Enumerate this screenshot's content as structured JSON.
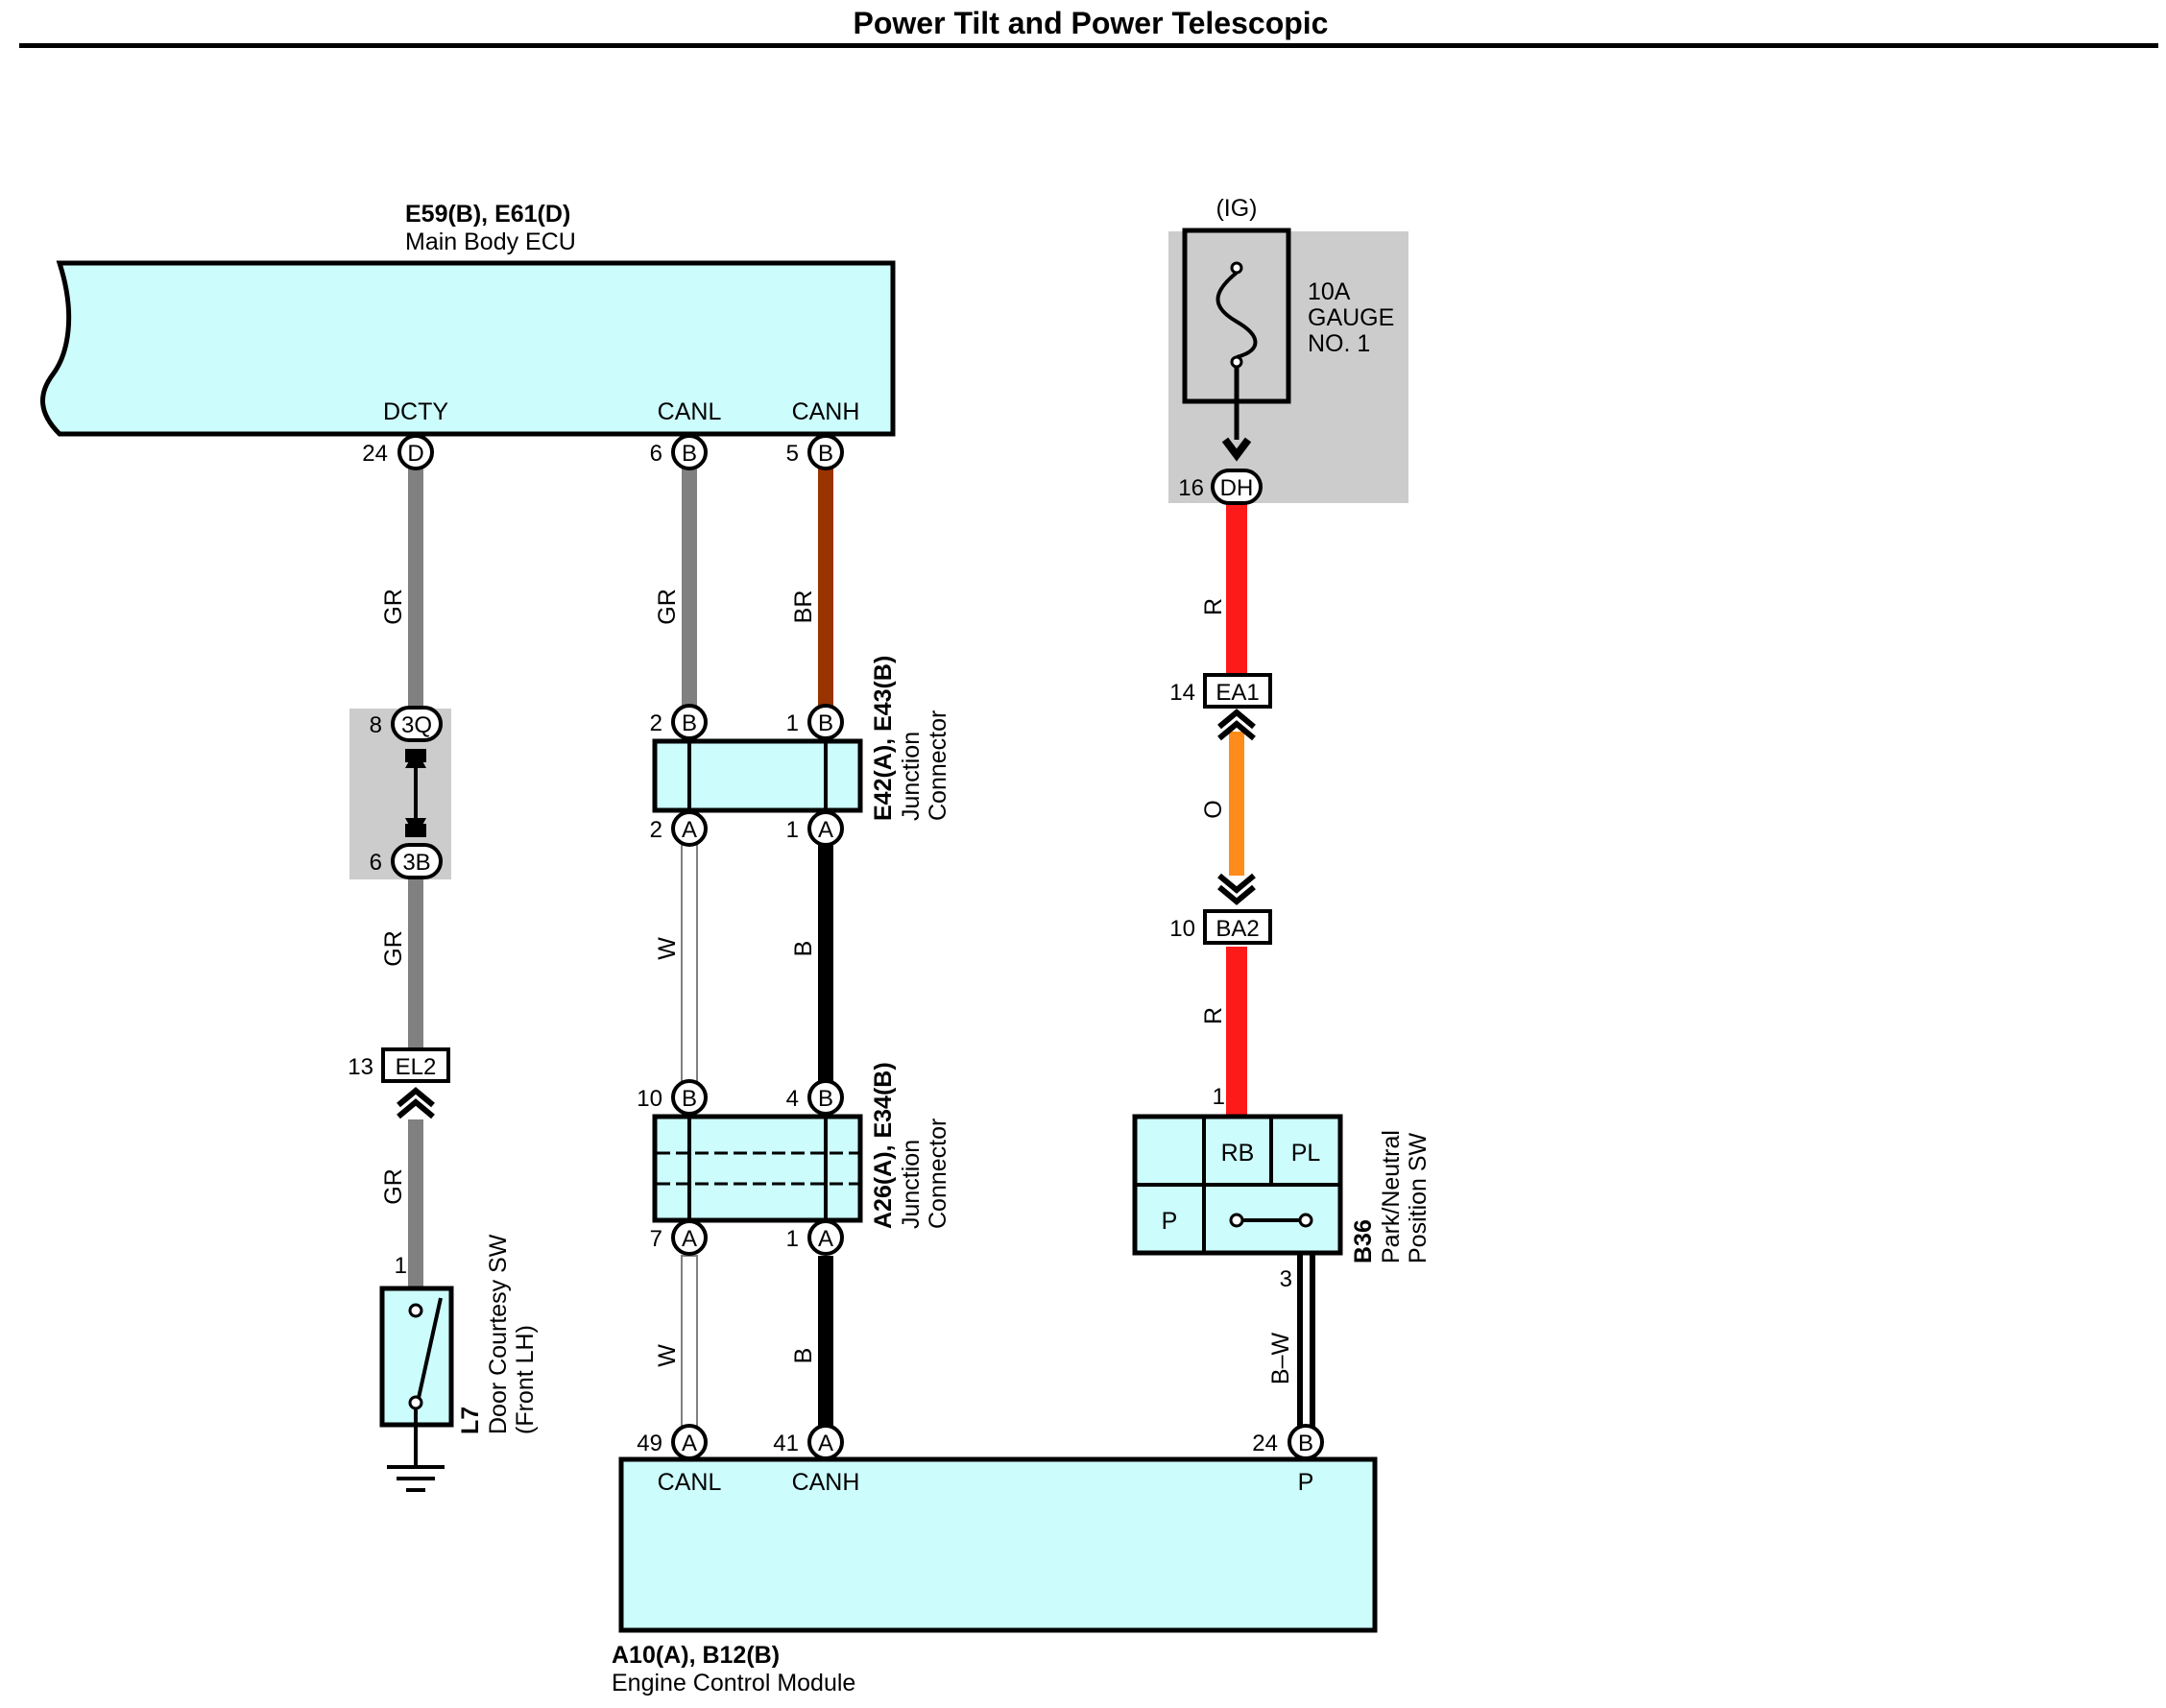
{
  "title": "Power Tilt and Power Telescopic",
  "colors": {
    "ecu_fill": "#ccfcfc",
    "fuse_bg": "#cccccc",
    "wire_GR": "#808080",
    "wire_BR": "#993300",
    "wire_R": "#ff1a1a",
    "wire_O": "#ff8c1a",
    "wire_B": "#000000",
    "wire_W": "#ffffff"
  },
  "main_body_ecu": {
    "ref": "E59(B), E61(D)",
    "name": "Main Body ECU",
    "pins": [
      {
        "label": "DCTY",
        "num": "24",
        "conn": "D"
      },
      {
        "label": "CANL",
        "num": "6",
        "conn": "B"
      },
      {
        "label": "CANH",
        "num": "5",
        "conn": "B"
      }
    ]
  },
  "fuse": {
    "supply": "(IG)",
    "line1": "10A",
    "line2": "GAUGE",
    "line3": "NO. 1",
    "pin_num": "16",
    "pin_conn": "DH"
  },
  "wires": {
    "dcty_top": "GR",
    "canl_top": "GR",
    "canh_top": "BR",
    "fuse_out": "R",
    "ea1_ba2": "O",
    "ba2_out": "R",
    "dcty_mid": "GR",
    "dcty_bottom": "GR",
    "canl_mid": "W",
    "canh_mid": "B",
    "canl_bottom": "W",
    "canh_bottom": "B",
    "p_wire": "B–W"
  },
  "inline_connectors": {
    "three_q": {
      "num": "8",
      "code": "3Q"
    },
    "three_b": {
      "num": "6",
      "code": "3B"
    },
    "ea1": {
      "num": "14",
      "code": "EA1"
    },
    "ba2": {
      "num": "10",
      "code": "BA2"
    },
    "el2": {
      "num": "13",
      "code": "EL2"
    }
  },
  "junction_upper": {
    "ref": "E42(A), E43(B)",
    "line1": "Junction",
    "line2": "Connector",
    "top_left": {
      "num": "2",
      "conn": "B"
    },
    "top_right": {
      "num": "1",
      "conn": "B"
    },
    "bot_left": {
      "num": "2",
      "conn": "A"
    },
    "bot_right": {
      "num": "1",
      "conn": "A"
    }
  },
  "junction_lower": {
    "ref": "A26(A), E34(B)",
    "line1": "Junction",
    "line2": "Connector",
    "top_left": {
      "num": "10",
      "conn": "B"
    },
    "top_right": {
      "num": "4",
      "conn": "B"
    },
    "bot_left": {
      "num": "7",
      "conn": "A"
    },
    "bot_right": {
      "num": "1",
      "conn": "A"
    }
  },
  "door_sw": {
    "ref": "L7",
    "line1": "Door Courtesy SW",
    "line2": "(Front LH)",
    "pin": "1"
  },
  "pn_sw": {
    "ref": "B36",
    "line1": "Park/Neutral",
    "line2": "Position SW",
    "cells": [
      "RB",
      "PL",
      "P"
    ],
    "pin_top": "1",
    "pin_bottom": "3"
  },
  "ecm": {
    "ref": "A10(A), B12(B)",
    "name": "Engine Control Module",
    "pins": [
      {
        "label": "CANL",
        "num": "49",
        "conn": "A"
      },
      {
        "label": "CANH",
        "num": "41",
        "conn": "A"
      },
      {
        "label": "P",
        "num": "24",
        "conn": "B"
      }
    ]
  }
}
